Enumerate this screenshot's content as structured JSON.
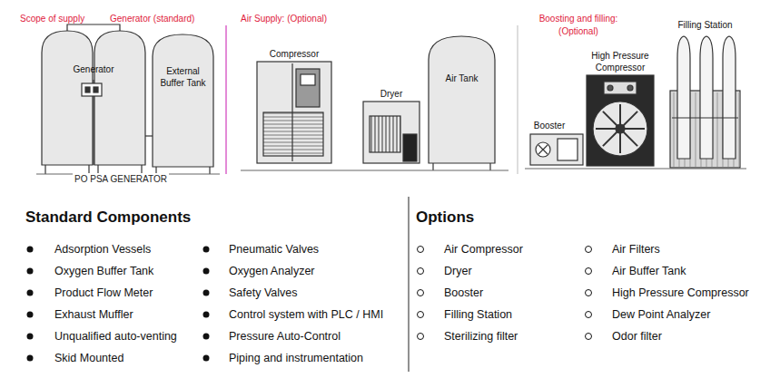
{
  "diagram": {
    "nodes": [
      {
        "text": [
          "Generator"
        ]
      },
      {
        "text": [
          "External Buffer Tank"
        ]
      },
      {
        "text": [
          "Compressor"
        ]
      },
      {
        "text": [
          "Dryer"
        ]
      },
      {
        "text": [
          "Air Tank"
        ]
      },
      {
        "text": [
          "Booster"
        ]
      },
      {
        "text": [
          "High Pressure Compressor"
        ]
      },
      {
        "text": [
          "Filling Station"
        ]
      }
    ],
    "edges": [],
    "labels": [
      "Scope of supply",
      "Generator (standard)",
      "PO PSA GENERATOR",
      "Air Supply: (Optional)",
      "Boosting and filling: (Optional)",
      "Standard Components",
      "Adsorption Vessels",
      "Oxygen Buffer Tank",
      "Product Flow Meter",
      "Exhaust Muffler",
      "Unqualified auto-venting",
      "Skid Mounted",
      "Pneumatic Valves",
      "Oxygen Analyzer",
      "Safety Valves",
      "Control system with PLC / HMI",
      "Pressure Auto-Control",
      "Piping and instrumentation",
      "Options",
      "Air Compressor",
      "Dryer",
      "Booster",
      "Filling Station",
      "Sterilizing filter",
      "Air Filters",
      "Air Buffer Tank",
      "High Pressure Compressor",
      "Dew Point Analyzer",
      "Odor filter"
    ]
  }
}
